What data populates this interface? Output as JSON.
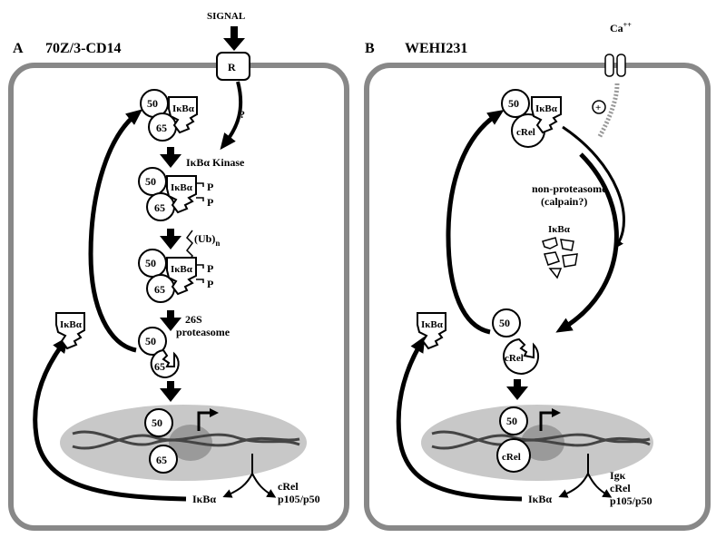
{
  "panel_a": {
    "letter": "A",
    "title": "70Z/3-CD14",
    "signal": "SIGNAL",
    "receptor": "R",
    "question": "?",
    "kinase": "IκBα Kinase",
    "ub": "(Ub)",
    "ub_sub": "n",
    "proteasome_line1": "26S",
    "proteasome_line2": "proteasome",
    "p50": "50",
    "p65": "65",
    "ikba": "IκBα",
    "phos": "P",
    "out_ikba": "IκBα",
    "out_crel": "cRel",
    "out_p105": "p105/p50"
  },
  "panel_b": {
    "letter": "B",
    "title": "WEHI231",
    "calcium": "Ca",
    "calcium_sup": "++",
    "plus": "+",
    "nonproteasome_line1": "non-proteasome",
    "nonproteasome_line2": "(calpain?)",
    "degraded_ikba": "IκBα",
    "p50": "50",
    "crel": "cRel",
    "ikba": "IκBα",
    "out_ikba": "IκBα",
    "out_igk": "Igκ",
    "out_crel": "cRel",
    "out_p105": "p105/p50"
  },
  "colors": {
    "cell_border": "#888888",
    "nucleus": "#c8c8c8",
    "nucleus_core": "#9a9a9a",
    "arrow": "#000000"
  }
}
